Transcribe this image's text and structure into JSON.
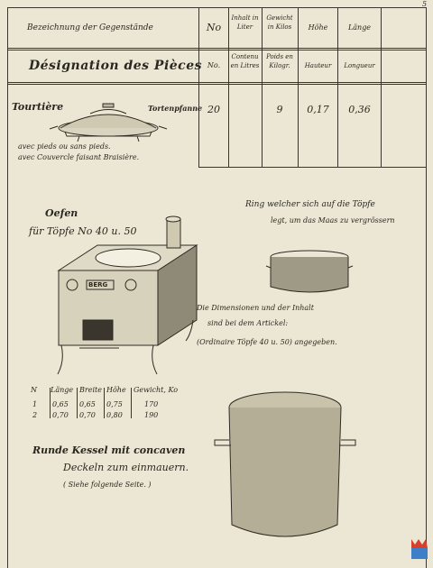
{
  "page_number": "5",
  "header_de": {
    "designation": "Bezeichnung der Gegenstände",
    "number": "No",
    "content": "Inhalt in Liter",
    "weight": "Gewicht in Kilos",
    "height": "Höhe",
    "length": "Länge"
  },
  "header_fr": {
    "designation": "Désignation des Pièces",
    "number": "No.",
    "content": "Contenu en Litres",
    "weight": "Poids en Kilogr.",
    "height": "Hauteur",
    "length": "Longueur"
  },
  "row": {
    "name_fr": "Tourtière",
    "name_de": "Tortenpfanne",
    "number": "20",
    "content": "",
    "weight": "9",
    "height": "0,17",
    "length": "0,36",
    "note1": "avec pieds ou sans pieds.",
    "note2": "avec Couvercle faisant Braisière."
  },
  "oven": {
    "title": "Oefen",
    "subtitle": "für Töpfe No 40 u. 50",
    "brand": "BERG"
  },
  "ring": {
    "line1": "Ring welcher sich auf die Töpfe",
    "line2": "legt, um das Maas zu vergrössern"
  },
  "dimensions_note": {
    "line1": "Die Dimensionen und der Inhalt",
    "line2": "sind bei dem Artickel:",
    "line3": "(Ordinaire Töpfe 40 u. 50) angegeben."
  },
  "oven_table": {
    "headers": [
      "N",
      "Länge",
      "Breite",
      "Höhe",
      "Gewicht, Ko"
    ],
    "rows": [
      [
        "1",
        "0,65",
        "0,65",
        "0,75",
        "170"
      ],
      [
        "2",
        "0,70",
        "0,70",
        "0,80",
        "190"
      ]
    ]
  },
  "kessel": {
    "line1": "Runde Kessel mit concaven",
    "line2": "Deckeln zum einmauern.",
    "line3": "( Siehe folgende Seite. )"
  }
}
